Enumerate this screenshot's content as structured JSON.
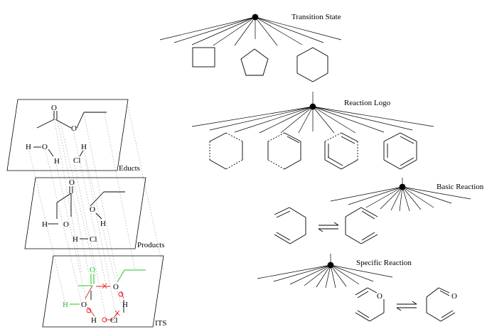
{
  "hierarchy": {
    "transition_state": "Transition State",
    "reaction_logo": "Reaction Logo",
    "basic_reaction": "Basic Reaction",
    "specific_reaction": "Specific Reaction"
  },
  "layers": {
    "educts": "Educts",
    "products": "Products",
    "its": "ITS"
  },
  "atoms": {
    "oxygen": "O",
    "hydrogen": "H",
    "chlorine": "Cl"
  },
  "colors": {
    "lines": "#000000",
    "guides": "#9a9a9a",
    "formed_bond": "#22c422",
    "broken_bond": "#e02020"
  }
}
